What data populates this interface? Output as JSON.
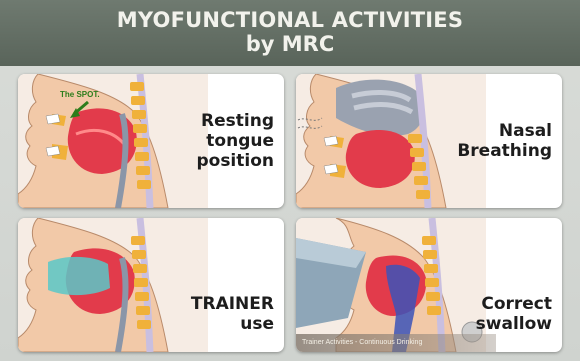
{
  "header": {
    "title": "MYOFUNCTIONAL ACTIVITIES",
    "subtitle": "by MRC"
  },
  "cards": [
    {
      "label": "Resting\ntongue\nposition",
      "annotation": "The SPOT."
    },
    {
      "label": "Nasal\nBreathing"
    },
    {
      "label": "TRAINER\nuse"
    },
    {
      "label": "Correct\nswallow",
      "caption": "Trainer Activities - Continuous Drinking"
    }
  ],
  "colors": {
    "header_bg": "#5f6a60",
    "skin": "#f2c9a8",
    "tongue": "#e23b4b",
    "spine": "#f0b13a",
    "airway": "#8b96a8",
    "trainer": "#5ac8c8"
  }
}
